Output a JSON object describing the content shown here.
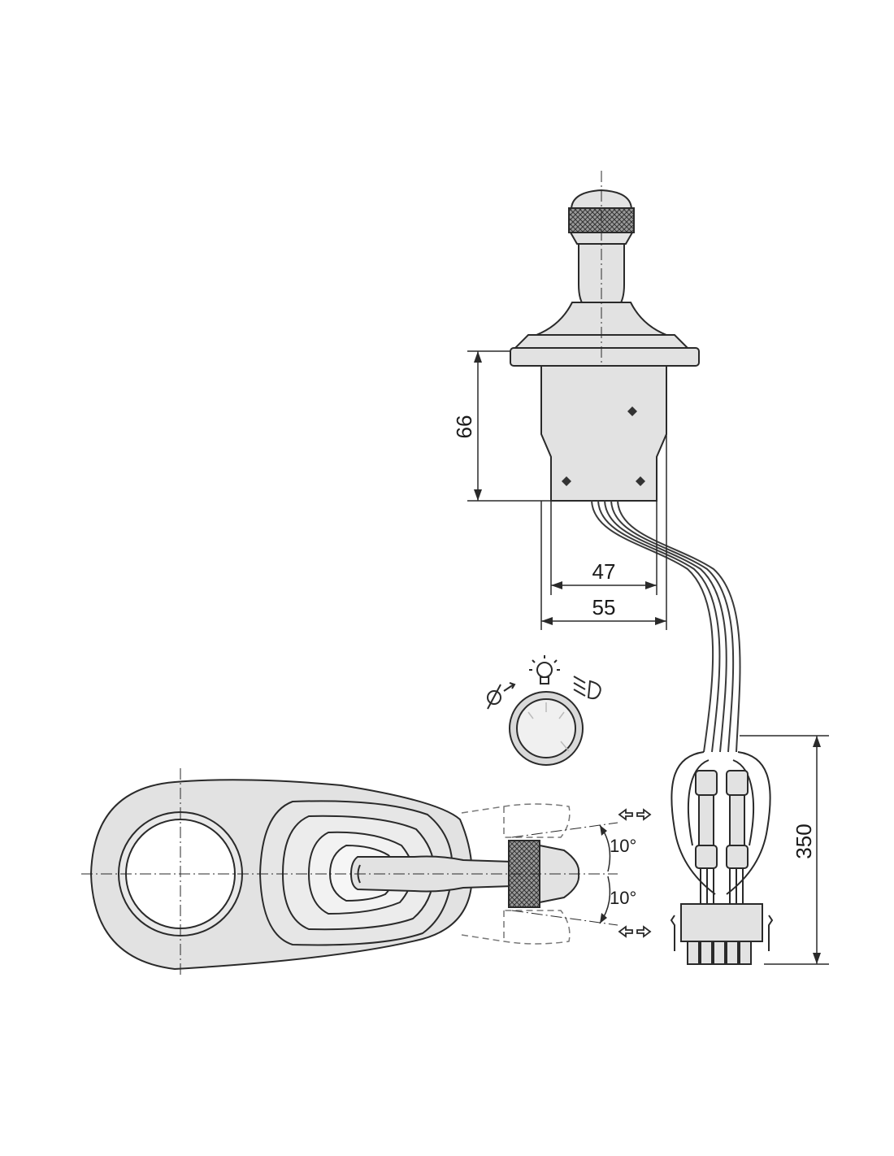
{
  "drawing": {
    "dimensions": {
      "flange_height": "66",
      "body_width_inner": "47",
      "body_width_outer": "55",
      "cable_length": "350",
      "tilt_angle_up": "10°",
      "tilt_angle_down": "10°"
    },
    "colors": {
      "line": "#2a2a2a",
      "fill": "#dedede",
      "fill_dark": "#8a8a8a",
      "background": "#ffffff"
    },
    "icons": [
      "rotation-icon",
      "lamp-icon",
      "high-beam-icon",
      "knob-dial-icon",
      "direction-arrow-icon"
    ]
  }
}
